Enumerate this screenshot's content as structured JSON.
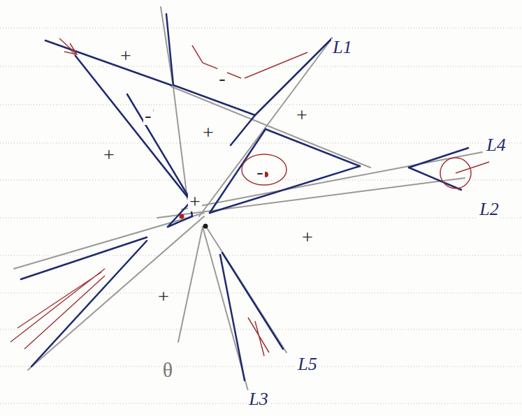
{
  "diagram": {
    "labels": [
      "+",
      "-",
      "-",
      "+",
      "+",
      "+",
      "-",
      "+",
      "+",
      "+",
      "θ",
      "L1",
      "L4",
      "L2",
      "L5",
      "L3"
    ]
  }
}
